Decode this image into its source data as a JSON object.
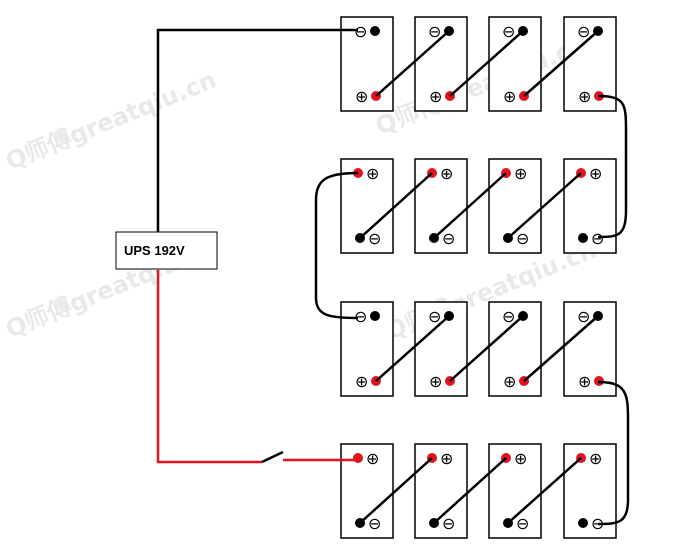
{
  "ups": {
    "label": "UPS 192V"
  },
  "watermark": {
    "text": "Q师傅greatqiu.cn"
  },
  "battery": {
    "positive_symbol": "⊕",
    "negative_symbol": "⊖"
  },
  "battery_rows": [
    {
      "row": 1,
      "count": 4,
      "top_terminal": "negative",
      "bottom_terminal": "positive"
    },
    {
      "row": 2,
      "count": 4,
      "top_terminal": "positive",
      "bottom_terminal": "negative"
    },
    {
      "row": 3,
      "count": 4,
      "top_terminal": "negative",
      "bottom_terminal": "positive"
    },
    {
      "row": 4,
      "count": 4,
      "top_terminal": "positive",
      "bottom_terminal": "negative"
    }
  ],
  "colors": {
    "positive_dot": "#e0141e",
    "negative_dot": "#000000",
    "positive_wire": "#e0141e",
    "negative_wire": "#000000",
    "battery_border": "#000000",
    "watermark": "#e9e9e9"
  },
  "switch": {
    "state": "open"
  }
}
